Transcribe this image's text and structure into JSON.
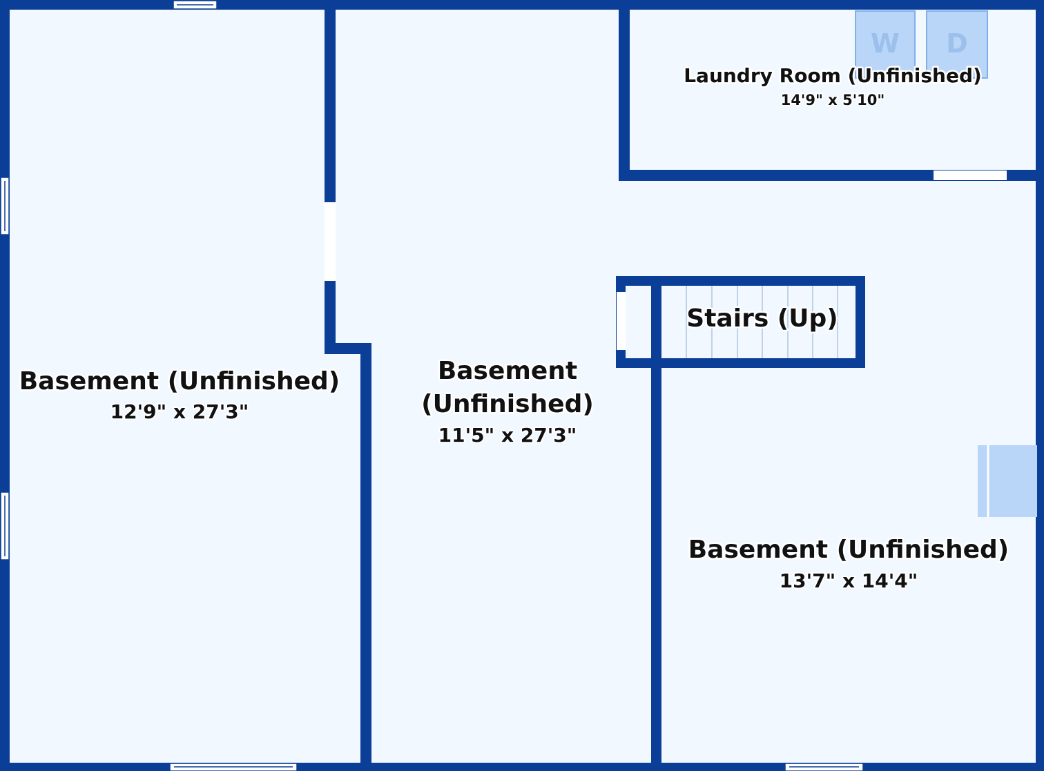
{
  "colors": {
    "wall": "#0b3f97",
    "floor": "#f2f8ff",
    "window": "#ffffff",
    "appliance": "#b9d5f7",
    "appliance_stroke": "#7fb0ea",
    "stair_line": "#9db8dc"
  },
  "rooms": [
    {
      "id": "basement-west",
      "name": "Basement (Unfinished)",
      "size": "12'9\" x 27'3\""
    },
    {
      "id": "basement-center",
      "name_line1": "Basement",
      "name_line2": "(Unfinished)",
      "size": "11'5\" x 27'3\""
    },
    {
      "id": "laundry",
      "name": "Laundry Room (Unfinished)",
      "size": "14'9\" x 5'10\""
    },
    {
      "id": "stairs",
      "name": "Stairs (Up)"
    },
    {
      "id": "basement-east",
      "name": "Basement (Unfinished)",
      "size": "13'7\" x 14'4\""
    }
  ],
  "appliances": {
    "washer_letter": "W",
    "dryer_letter": "D"
  }
}
